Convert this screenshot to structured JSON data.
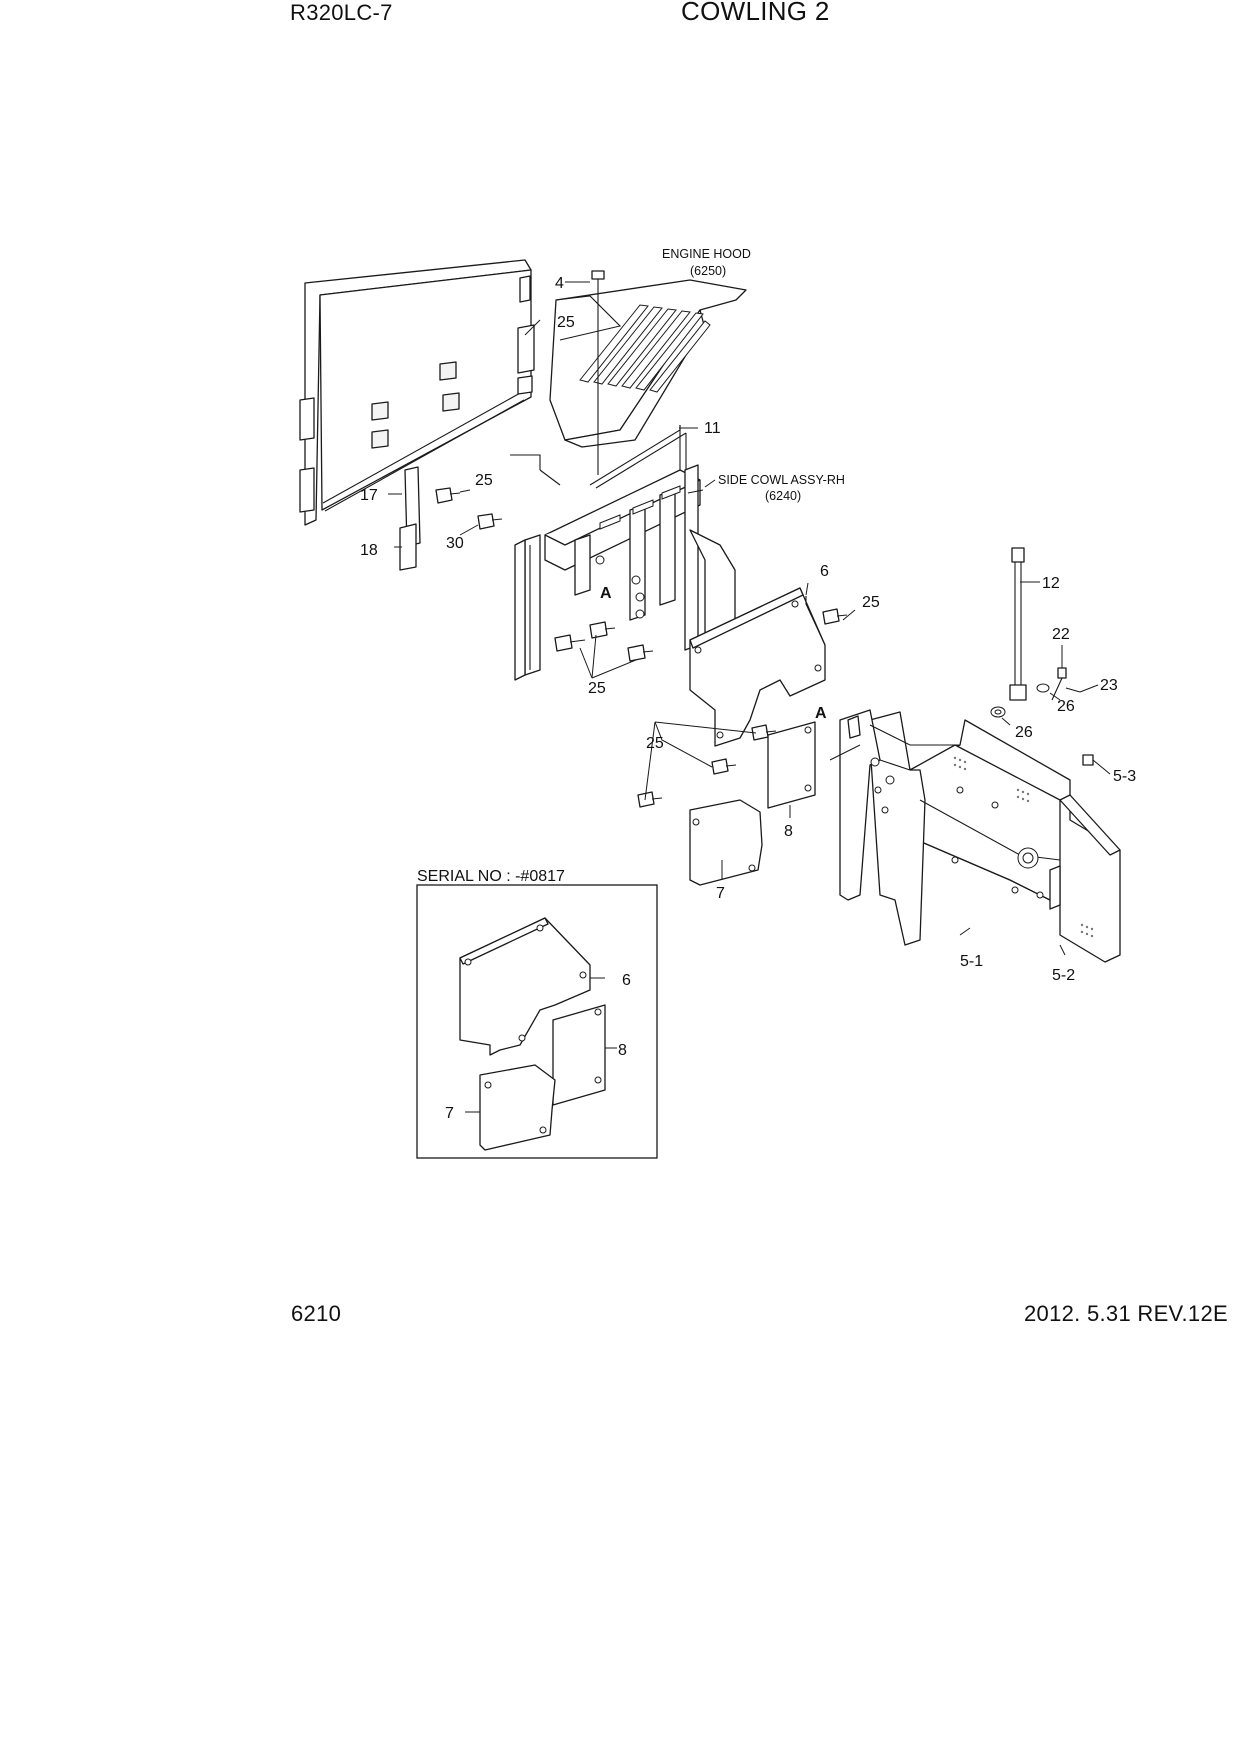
{
  "header": {
    "model": "R320LC-7",
    "title": "COWLING 2"
  },
  "footer": {
    "page_number": "6210",
    "revision": "2012. 5.31  REV.12E"
  },
  "callouts": {
    "engine_hood": "ENGINE HOOD",
    "engine_hood_ref": "(6250)",
    "side_cowl": "SIDE COWL ASSY-RH",
    "side_cowl_ref": "(6240)",
    "detail_a": "A",
    "serial_no": "SERIAL NO : -#0817"
  },
  "part_labels": {
    "p4": "4",
    "p5_1": "5-1",
    "p5_2": "5-2",
    "p5_3": "5-3",
    "p6": "6",
    "p7": "7",
    "p8": "8",
    "p11": "11",
    "p12": "12",
    "p17": "17",
    "p18": "18",
    "p22": "22",
    "p23": "23",
    "p25": "25",
    "p26": "26",
    "p30": "30"
  }
}
